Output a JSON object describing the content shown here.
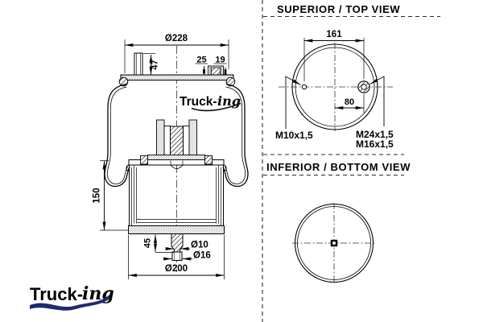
{
  "brand": {
    "part1": "Truck-",
    "part2": "ing"
  },
  "main_view": {
    "drawing_logo_part1": "Truck-",
    "drawing_logo_part2": "ing",
    "dim_top_plate_diameter": "Ø228",
    "dim_stud_height": "47",
    "dim_valve_a": "25",
    "dim_valve_b": "19",
    "dim_piston_height": "150",
    "dim_bottom_stud_height": "45",
    "dim_bottom_stud_d1": "Ø10",
    "dim_bottom_stud_d2": "Ø16",
    "dim_bottom_plate_diameter": "Ø200"
  },
  "top_view": {
    "title": "SUPERIOR / TOP VIEW",
    "dim_stud_spacing": "161",
    "dim_valve_offset": "80",
    "thread_left": "M10x1,5",
    "thread_right_1": "M24x1,5",
    "thread_right_2": "M16x1,5"
  },
  "bottom_view": {
    "title": "INFERIOR / BOTTOM VIEW"
  },
  "colors": {
    "brand_navy": "#1e2a6e",
    "brand_orange": "#ef7a1e",
    "line_black": "#000000"
  }
}
